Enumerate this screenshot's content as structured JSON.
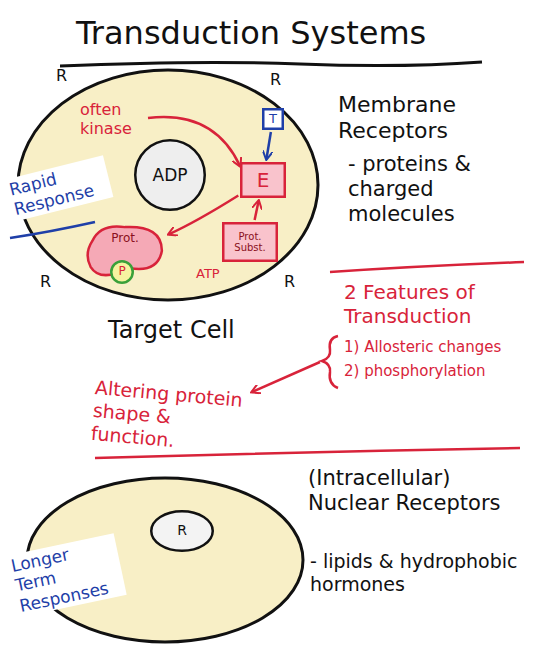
{
  "diagram": {
    "title": "Transduction Systems",
    "nodes": [
      {
        "text": [
          "ADP"
        ]
      },
      {
        "text": [
          "T"
        ]
      },
      {
        "text": [
          "E"
        ]
      },
      {
        "text": [
          "Prot."
        ]
      },
      {
        "text": [
          "P"
        ],
        "in": 3
      },
      {
        "text": [
          "Prot. Subst."
        ]
      },
      {
        "text": [
          "R"
        ]
      }
    ],
    "edges": [
      {
        "from": 1,
        "to": 2,
        "arrow": "to"
      },
      {
        "from": 2,
        "to": 3,
        "arrow": "to"
      },
      {
        "from": 5,
        "to": 2,
        "arrow": "to"
      }
    ],
    "labels": [
      "often kinase",
      "Rapid Response",
      "R",
      "R",
      "R",
      "R",
      "ATP",
      "Membrane Receptors",
      "- proteins & charged molecules",
      "2 Features of Transduction",
      "1) Allosteric changes",
      "2) phosphorylation",
      "Target Cell",
      "Altering protein shape & function.",
      "Longer Term Responses",
      "(Intracellular) Nuclear Receptors",
      "- lipids & hydrophobic hormones"
    ]
  }
}
